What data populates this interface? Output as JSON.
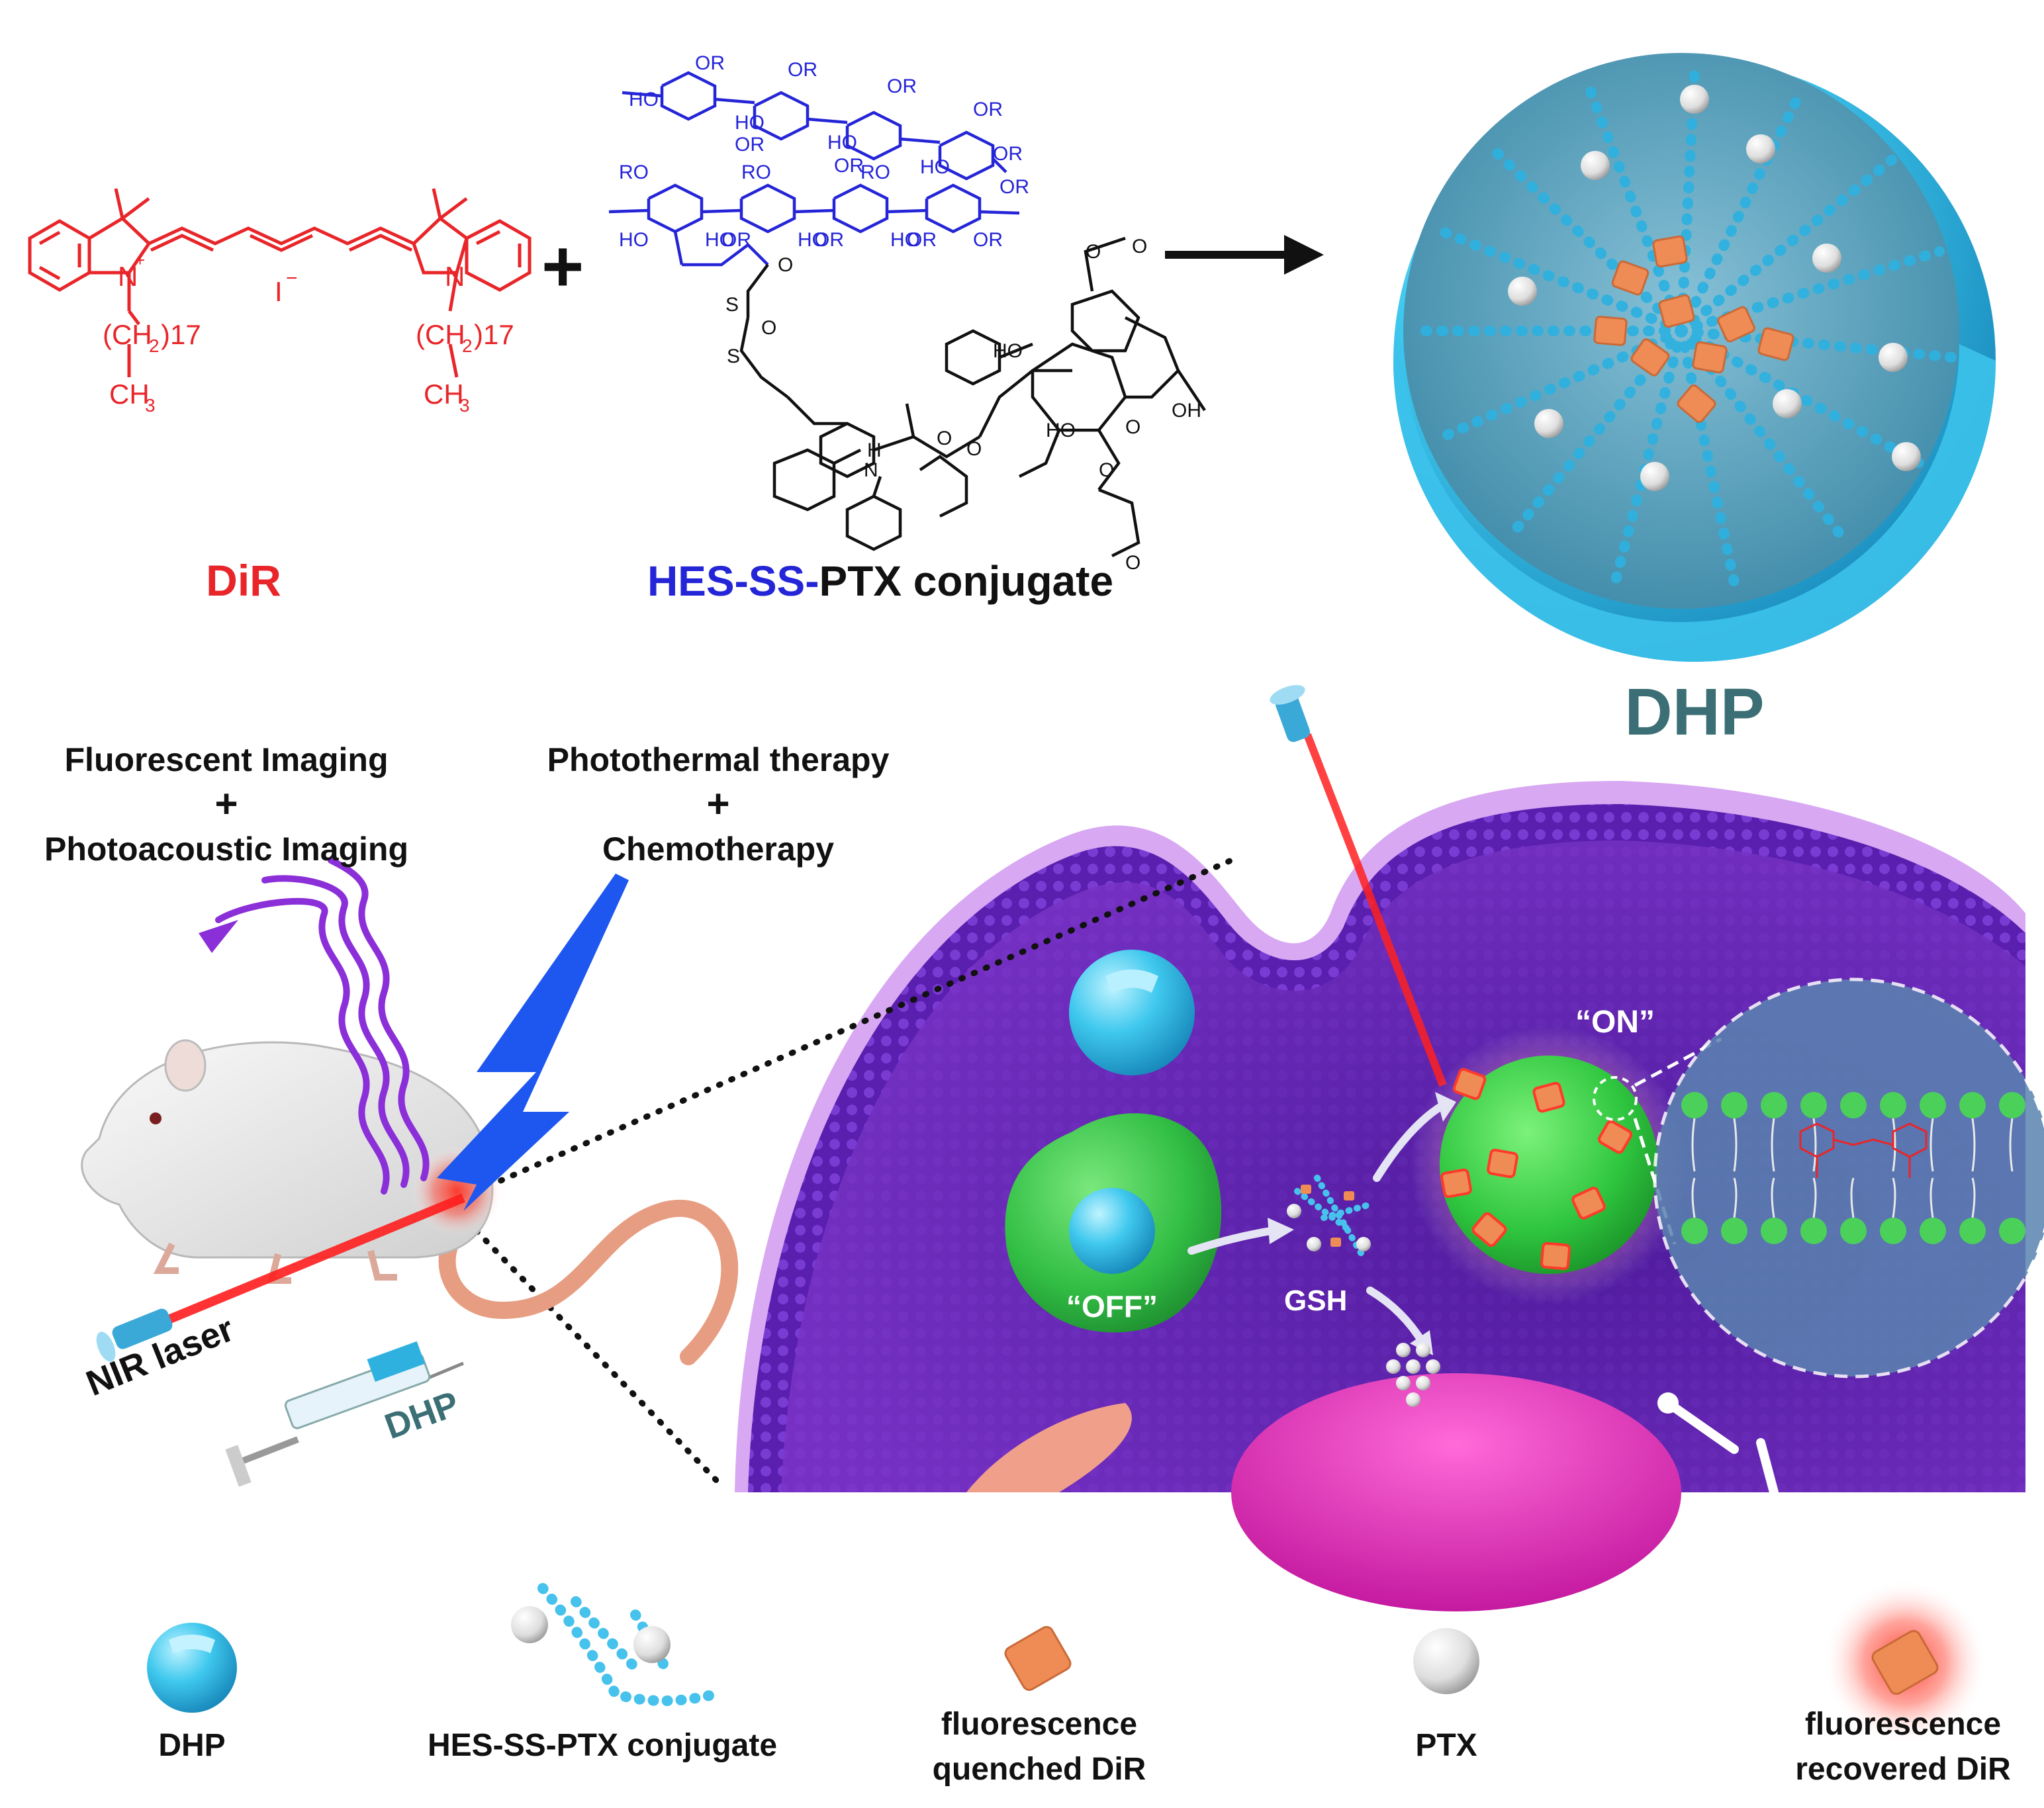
{
  "chemistry": {
    "dir_label": "DiR",
    "conjugate_label_hes": "HES",
    "conjugate_label_ss": "-SS-",
    "conjugate_label_ptx": "PTX conjugate",
    "plus_sign": "+",
    "iodide": "I",
    "iodide_charge": "−",
    "n_plus": "N",
    "n_plain": "N",
    "ch2_left": "(CH",
    "ch2_sub_left": "2",
    "ch2_n_left": ")17",
    "ch3_left": "CH",
    "ch3_sub_left": "3",
    "ch2_right": "(CH",
    "ch2_sub_right": "2",
    "ch2_n_right": ")17",
    "ch3_right": "CH",
    "ch3_sub_right": "3",
    "or_labels": [
      "OR",
      "OR",
      "OR",
      "OR",
      "OR",
      "OR",
      "OR",
      "OR",
      "OR",
      "OR",
      "OR",
      "OR"
    ],
    "ro_labels": [
      "RO",
      "RO",
      "RO"
    ],
    "ho_labels": [
      "HO",
      "HO",
      "HO",
      "HO",
      "HO",
      "HO",
      "HO",
      "HO"
    ],
    "ptx_oh_labels": [
      "HO",
      "HO",
      "OH"
    ],
    "ptx_h": "H",
    "ptx_n": "N",
    "s_labels": [
      "S",
      "S"
    ],
    "o_labels": [
      "O",
      "O",
      "O",
      "O",
      "O",
      "O",
      "O",
      "O",
      "O"
    ]
  },
  "nanoparticle": {
    "label": "DHP"
  },
  "process": {
    "imaging_line1": "Fluorescent Imaging",
    "imaging_plus": "+",
    "imaging_line2": "Photoacoustic Imaging",
    "therapy_line1": "Photothermal therapy",
    "therapy_plus": "+",
    "therapy_line2": "Chemotherapy",
    "nir_laser": "NIR laser",
    "syringe_label": "DHP",
    "gsh": "GSH",
    "on_state": "“ON”",
    "off_state": "“OFF”"
  },
  "legend": {
    "items": [
      {
        "line1": "DHP",
        "line2": ""
      },
      {
        "line1": "HES-SS-PTX conjugate",
        "line2": ""
      },
      {
        "line1": "fluorescence",
        "line2": "quenched DiR"
      },
      {
        "line1": "PTX",
        "line2": ""
      },
      {
        "line1": "fluorescence",
        "line2": "recovered DiR"
      }
    ]
  },
  "colors": {
    "dir_red": "#e8262a",
    "hes_blue": "#2525d8",
    "dhp_teal": "#3b6f75",
    "cell_purple": "#6a1fb0",
    "particle_blue": "#3cc7ea",
    "dir_orange": "#e98a52",
    "green_on": "#3ad14a"
  }
}
